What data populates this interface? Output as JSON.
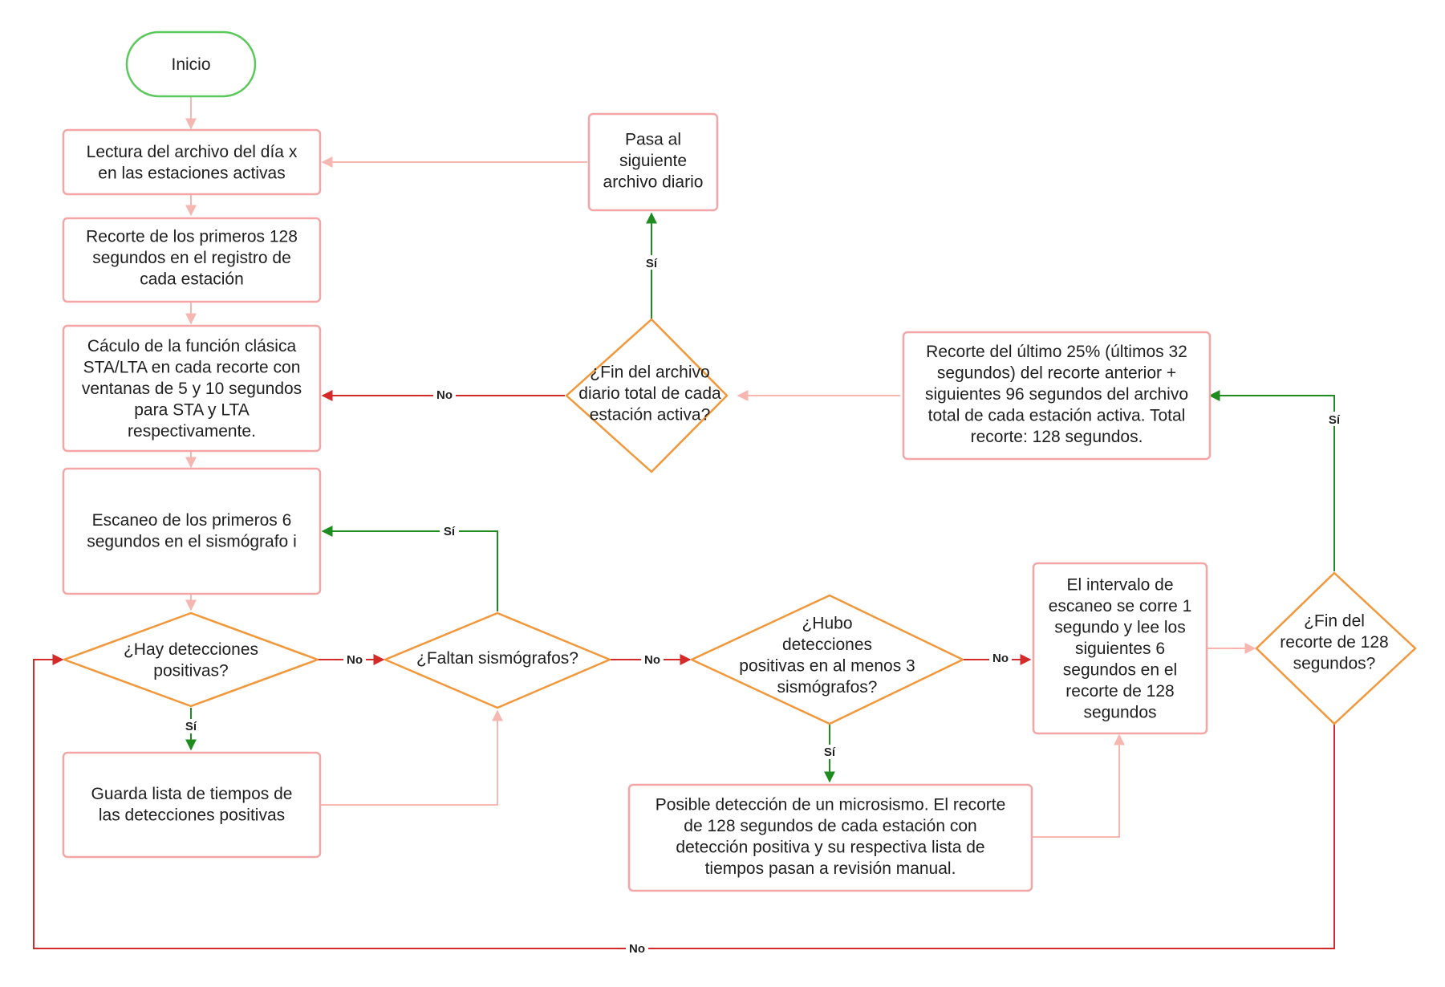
{
  "colors": {
    "start_border": "#5ac85a",
    "process_border": "#f4a6a6",
    "decision_border": "#f2973a",
    "edge_default": "#f6b7b1",
    "edge_yes": "#1f8c1f",
    "edge_no": "#d42a2a"
  },
  "nodes": {
    "inicio": [
      "Inicio"
    ],
    "lectura": [
      "Lectura del archivo del día x",
      "en las estaciones activas"
    ],
    "recorte_inicial": [
      "Recorte de los primeros 128",
      "segundos en el registro de",
      "cada estación"
    ],
    "calculo": [
      "Cáculo de la función clásica",
      "STA/LTA en cada recorte con",
      "ventanas de 5 y 10 segundos",
      "para STA y LTA",
      "respectivamente."
    ],
    "escaneo": [
      "Escaneo de los primeros 6",
      "segundos en el sismógrafo i"
    ],
    "guarda": [
      "Guarda lista de tiempos de",
      "las detecciones positivas"
    ],
    "hay_detecciones": [
      "¿Hay detecciones",
      "positivas?"
    ],
    "faltan": [
      "¿Faltan sismógrafos?"
    ],
    "hubo": [
      "¿Hubo",
      "detecciones",
      "positivas en al menos 3",
      "sismógrafos?"
    ],
    "posible": [
      "Posible detección de un microsismo. El recorte",
      "de 128 segundos de cada estación con",
      "detección positiva y su respectiva lista de",
      "tiempos pasan a revisión manual."
    ],
    "intervalo": [
      "El intervalo de",
      "escaneo se corre 1",
      "segundo y lee los",
      "siguientes 6",
      "segundos en el",
      "recorte de 128",
      "segundos"
    ],
    "fin_recorte": [
      "¿Fin del",
      "recorte de 128",
      "segundos?"
    ],
    "recorte_ultimo": [
      "Recorte del último 25% (últimos 32",
      "segundos) del recorte anterior +",
      "siguientes 96 segundos del archivo",
      "total de cada estación activa. Total",
      "recorte: 128 segundos."
    ],
    "fin_archivo": [
      "¿Fin del archivo",
      "diario total de cada",
      "estación activa?"
    ],
    "pasa": [
      "Pasa al",
      "siguiente",
      "archivo diario"
    ]
  },
  "edge_labels": {
    "si": "Sí",
    "no": "No"
  }
}
